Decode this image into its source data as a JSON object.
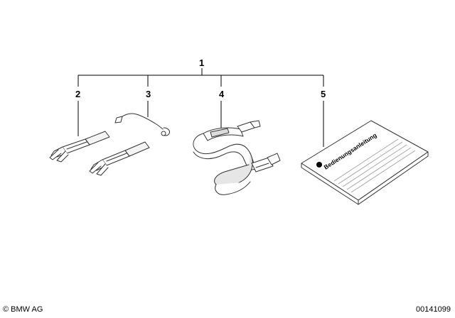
{
  "callouts": {
    "main": "1",
    "item_2": "2",
    "item_3": "3",
    "item_4": "4",
    "item_5": "5"
  },
  "manual_title": "Bedienungsanleitung",
  "footer": {
    "copyright": "© BMW AG",
    "diagram_id": "00141099"
  }
}
